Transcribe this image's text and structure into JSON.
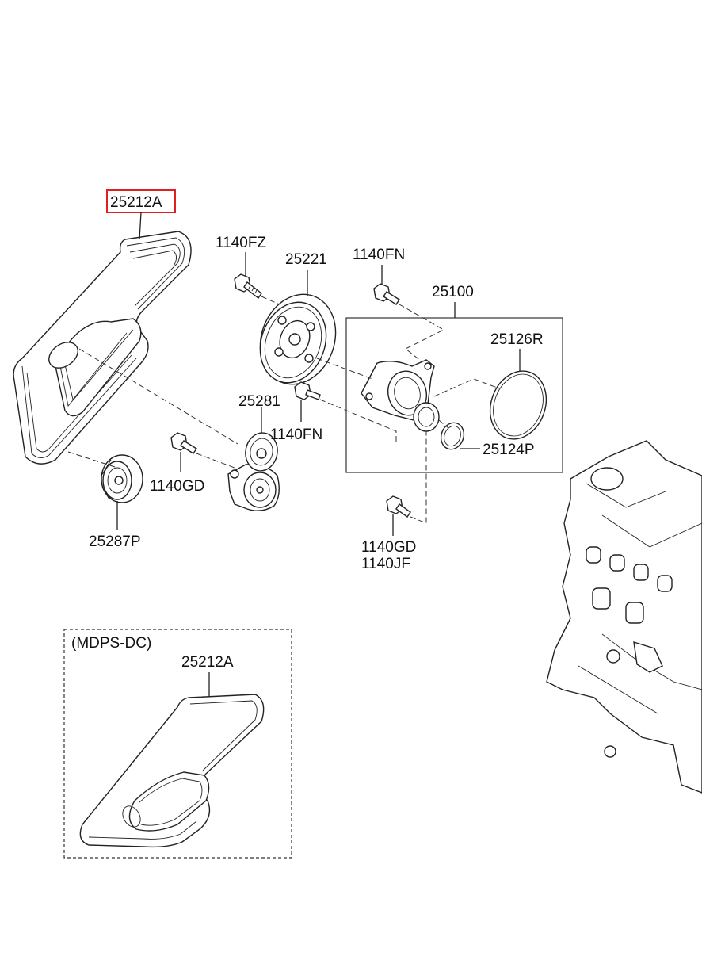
{
  "highlight_color": "#e02020",
  "labels": {
    "belt_main": "25212A",
    "bolt_fz": "1140FZ",
    "idler_pulley": "25221",
    "bolt_fn_top": "1140FN",
    "pump_assy": "25100",
    "gasket_ring": "25126R",
    "tensioner": "25281",
    "bolt_fn_mid": "1140FN",
    "oring": "25124P",
    "bolt_gd_left": "1140GD",
    "damper_pulley": "25287P",
    "bolt_gd_bottom": "1140GD",
    "bolt_jf_bottom": "1140JF",
    "variant_title": "(MDPS-DC)",
    "belt_variant": "25212A"
  },
  "icons": {
    "belt": "serpentine-belt-icon",
    "bolt": "bolt-icon",
    "pulley": "pulley-icon",
    "engine": "engine-block-icon"
  }
}
